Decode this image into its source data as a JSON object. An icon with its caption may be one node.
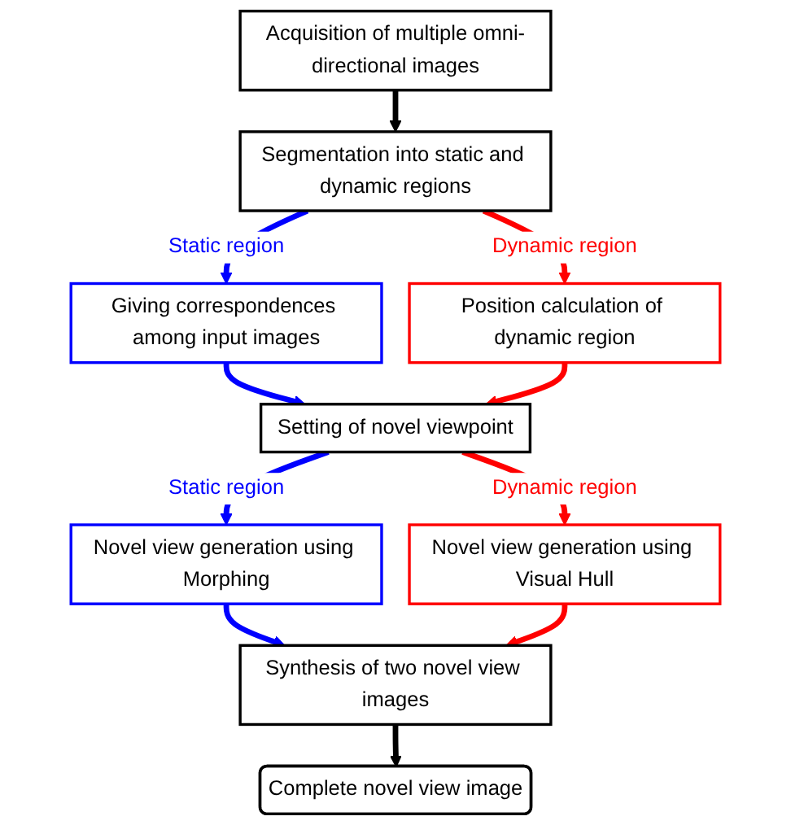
{
  "diagram": {
    "nodes": [
      {
        "text": [
          "Acquisition of multiple omni-directional images"
        ]
      },
      {
        "text": [
          "Segmentation into static and dynamic regions"
        ]
      },
      {
        "text": [
          "Giving correspondences among input images"
        ]
      },
      {
        "text": [
          "Position calculation of dynamic region"
        ]
      },
      {
        "text": [
          "Setting of novel viewpoint"
        ]
      },
      {
        "text": [
          "Novel view generation using Morphing"
        ]
      },
      {
        "text": [
          "Novel view generation using Visual Hull"
        ]
      },
      {
        "text": [
          "Synthesis of two novel view images"
        ]
      },
      {
        "text": [
          "Complete novel view image"
        ]
      }
    ],
    "edges": [
      {
        "from": 0,
        "to": 1,
        "arrow": "to",
        "color": "#000000"
      },
      {
        "from": 1,
        "to": 2,
        "arrow": "to",
        "label": "Static region",
        "color": "#0000ff"
      },
      {
        "from": 1,
        "to": 3,
        "arrow": "to",
        "label": "Dynamic region",
        "color": "#ff0000"
      },
      {
        "from": 2,
        "to": 4,
        "arrow": "to",
        "color": "#0000ff"
      },
      {
        "from": 3,
        "to": 4,
        "arrow": "to",
        "color": "#ff0000"
      },
      {
        "from": 4,
        "to": 5,
        "arrow": "to",
        "label": "Static region",
        "color": "#0000ff"
      },
      {
        "from": 4,
        "to": 6,
        "arrow": "to",
        "label": "Dynamic region",
        "color": "#ff0000"
      },
      {
        "from": 5,
        "to": 7,
        "arrow": "to",
        "color": "#0000ff"
      },
      {
        "from": 6,
        "to": 7,
        "arrow": "to",
        "color": "#ff0000"
      },
      {
        "from": 7,
        "to": 8,
        "arrow": "to",
        "color": "#000000"
      }
    ]
  }
}
